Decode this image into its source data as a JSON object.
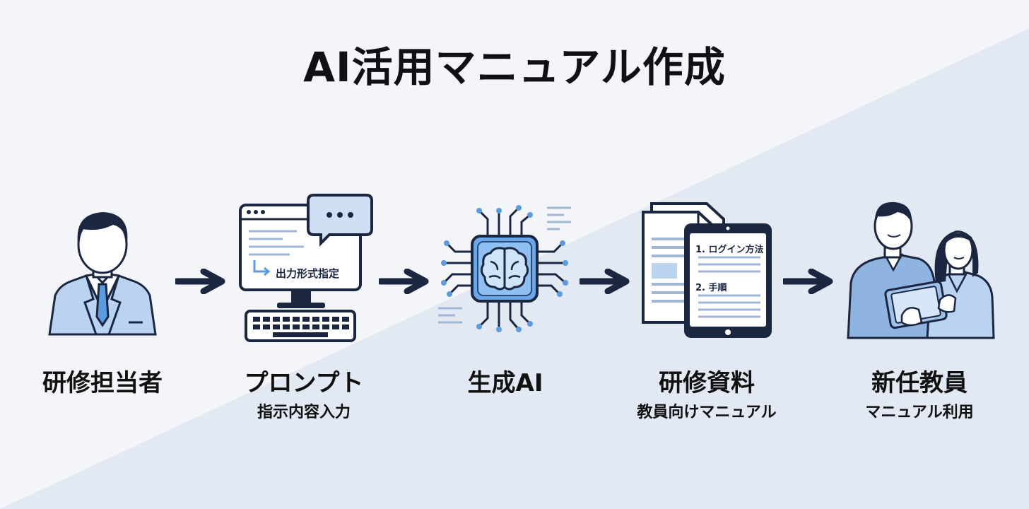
{
  "title": "AI活用マニュアル作成",
  "steps": [
    {
      "label": "研修担当者",
      "sublabel": "",
      "icon": "person-icon"
    },
    {
      "label": "プロンプト",
      "sublabel": "指示内容入力",
      "icon": "computer-prompt-icon"
    },
    {
      "label": "生成AI",
      "sublabel": "",
      "icon": "ai-chip-brain-icon"
    },
    {
      "label": "研修資料",
      "sublabel": "教員向けマニュアル",
      "icon": "document-tablet-icon"
    },
    {
      "label": "新任教員",
      "sublabel": "マニュアル利用",
      "icon": "teachers-tablet-icon"
    }
  ],
  "screen_text": {
    "prompt_line": "出力形式指定"
  },
  "tablet_text": {
    "item1": "1. ログイン方法",
    "item2": "2. 手順"
  },
  "colors": {
    "navy": "#1b2640",
    "accent_blue": "#5b9be0",
    "light_blue": "#b9d3f1",
    "shirt_blue": "#8fb4e0",
    "background": "#f3f5f9",
    "background_diagonal": "#e3e9f3"
  }
}
